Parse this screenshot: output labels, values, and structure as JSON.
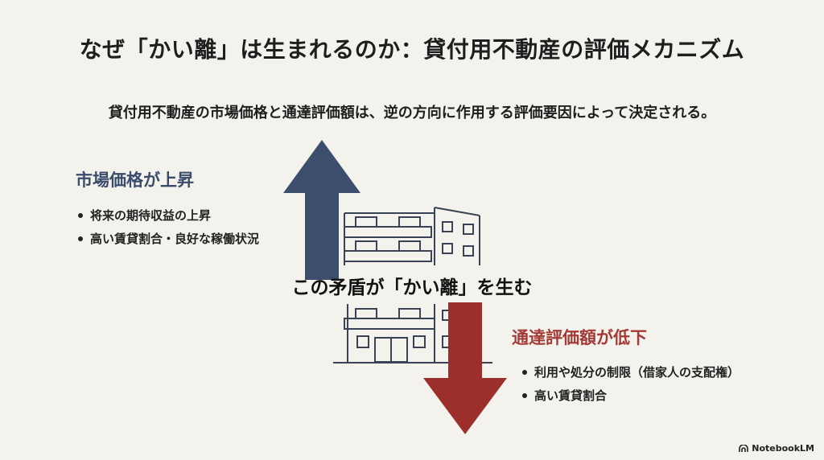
{
  "title": "なぜ「かい離」は生まれるのか：貸付用不動産の評価メカニズム",
  "subtitle": "貸付用不動産の市場価格と通達評価額は、逆の方向に作用する評価要因によって決定される。",
  "market": {
    "heading": "市場価格が上昇",
    "bullets": [
      "将来の期待収益の上昇",
      "高い賃貸割合・良好な稼働状況"
    ]
  },
  "center_message": "この矛盾が「かい離」を生む",
  "assessed": {
    "heading": "通達評価額が低下",
    "bullets": [
      "利用や処分の制限（借家人の支配権）",
      "高い賃貸割合"
    ]
  },
  "logo": {
    "text": "NotebookLM",
    "icon": "notebooklm-logo-icon"
  },
  "colors": {
    "background": "#f4f2ed",
    "up_arrow": "#3d4e6d",
    "down_arrow": "#9c2f2c",
    "building_line": "#3a4356"
  },
  "icons": [
    "up-arrow-icon",
    "down-arrow-icon",
    "apartment-building-icon"
  ]
}
